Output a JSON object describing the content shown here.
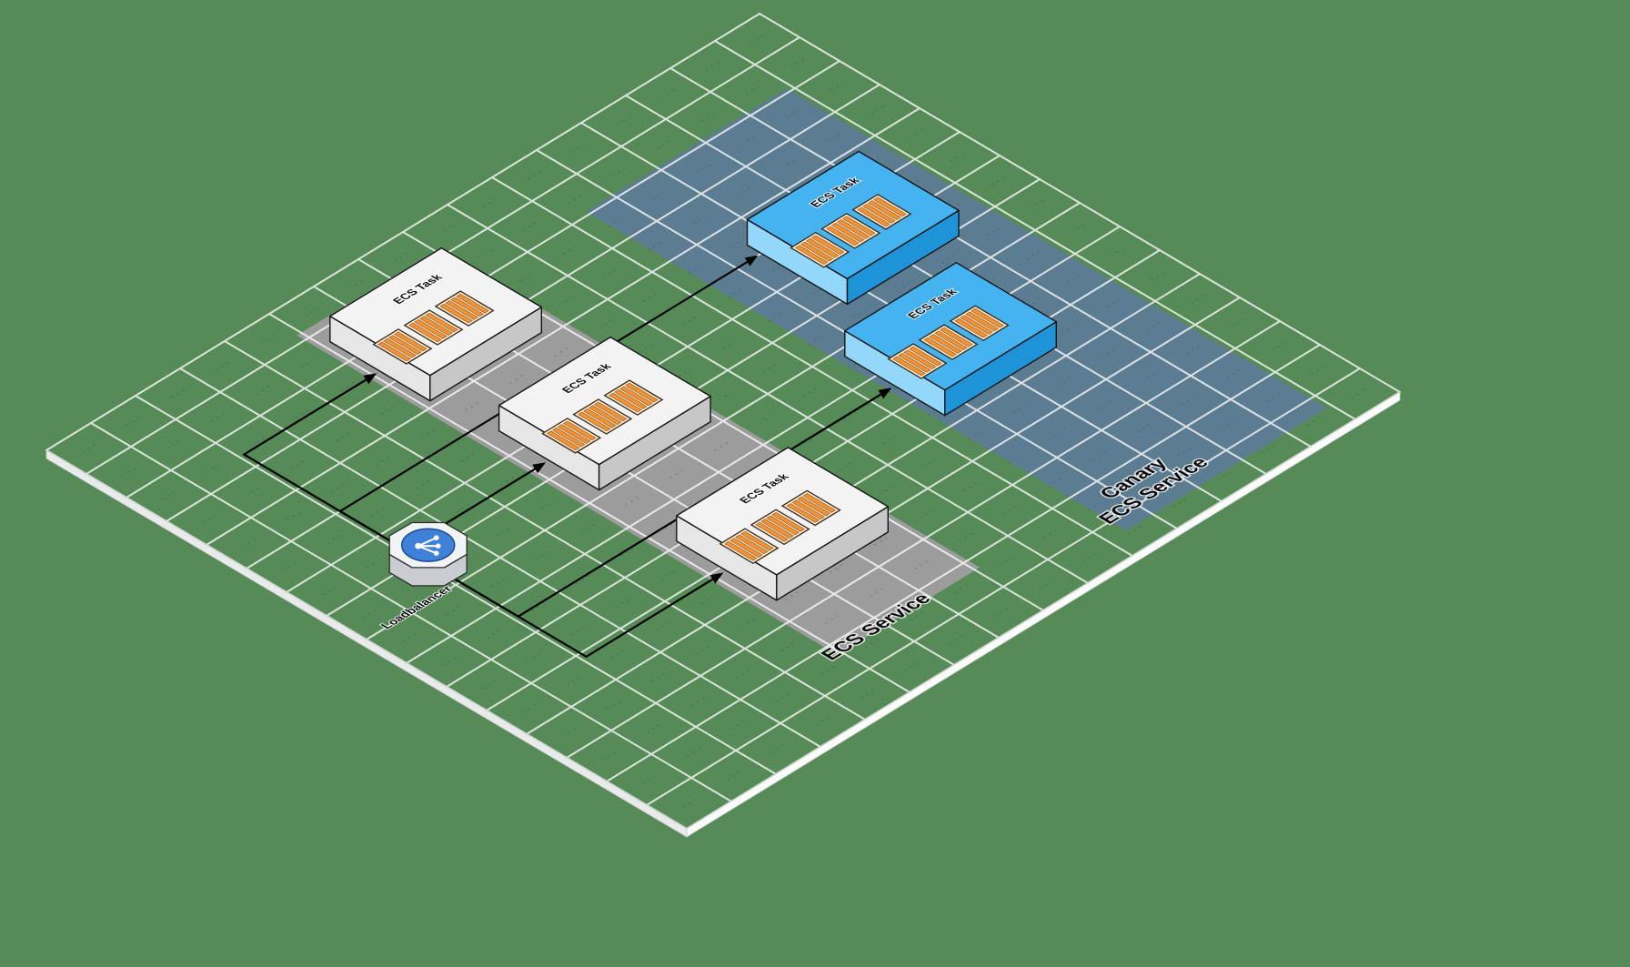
{
  "title": "ECS canary deployment isometric diagram",
  "colors": {
    "background": "#568A56",
    "grid_line": "#ffffff",
    "cell_dot": "#2e4e6e",
    "plane_edge_light": "#fafbfb",
    "plane_edge_dark": "#e9ebeb",
    "arrow": "#000000",
    "zone_service": "#9c9c9c",
    "zone_canary": "#5c7d91",
    "task_default": {
      "top": "#f3f3f3",
      "left": "#e6e6e6",
      "right": "#c7c7c7"
    },
    "task_canary": {
      "top": "#44b3f0",
      "left": "#93d7fa",
      "right": "#1f93d8"
    },
    "container_body": "#f7ecd9",
    "container_bar": "#ee9338",
    "lb_disc": "#3f80d8"
  },
  "diagram": {
    "type": "isometric-architecture",
    "zones": [
      {
        "id": "ecs-service",
        "label_lines": [
          "ECS Service"
        ],
        "a0": 0.8,
        "a1": 14.3,
        "b0": 7.9,
        "b1": 11.1,
        "color_key": "zone_service",
        "label_at": [
          14.35,
          10.15
        ],
        "label_size": 22
      },
      {
        "id": "canary-ecs-service",
        "label_lines": [
          "Canary",
          "ECS Service"
        ],
        "a0": 1.9,
        "a1": 15.4,
        "b0": 1.1,
        "b1": 5.6,
        "color_key": "zone_canary",
        "label_at": [
          14.8,
          4.55
        ],
        "label_size": 22
      }
    ],
    "tasks": [
      {
        "label": "ECS Task",
        "variant": "default",
        "at": [
          2.6,
          9.6
        ]
      },
      {
        "label": "ECS Task",
        "variant": "default",
        "at": [
          6.6,
          9.4
        ]
      },
      {
        "label": "ECS Task",
        "variant": "default",
        "at": [
          11.15,
          9.5
        ]
      },
      {
        "label": "ECS Task",
        "variant": "canary",
        "at": [
          5.9,
          3.2
        ]
      },
      {
        "label": "ECS Task",
        "variant": "canary",
        "at": [
          9.45,
          4.2
        ]
      }
    ],
    "loadbalancer": {
      "label": "Loadbalancer",
      "at": [
        7.2,
        13.9
      ],
      "label_at": [
        8.05,
        14.85
      ]
    },
    "arrows": [
      {
        "a": 2.6,
        "end_b": 10.92
      },
      {
        "a": 6.6,
        "end_b": 10.72
      },
      {
        "a": 11.15,
        "end_b": 10.82
      },
      {
        "a": 5.0,
        "end_b": 4.52
      },
      {
        "a": 9.45,
        "end_b": 5.52
      }
    ]
  }
}
